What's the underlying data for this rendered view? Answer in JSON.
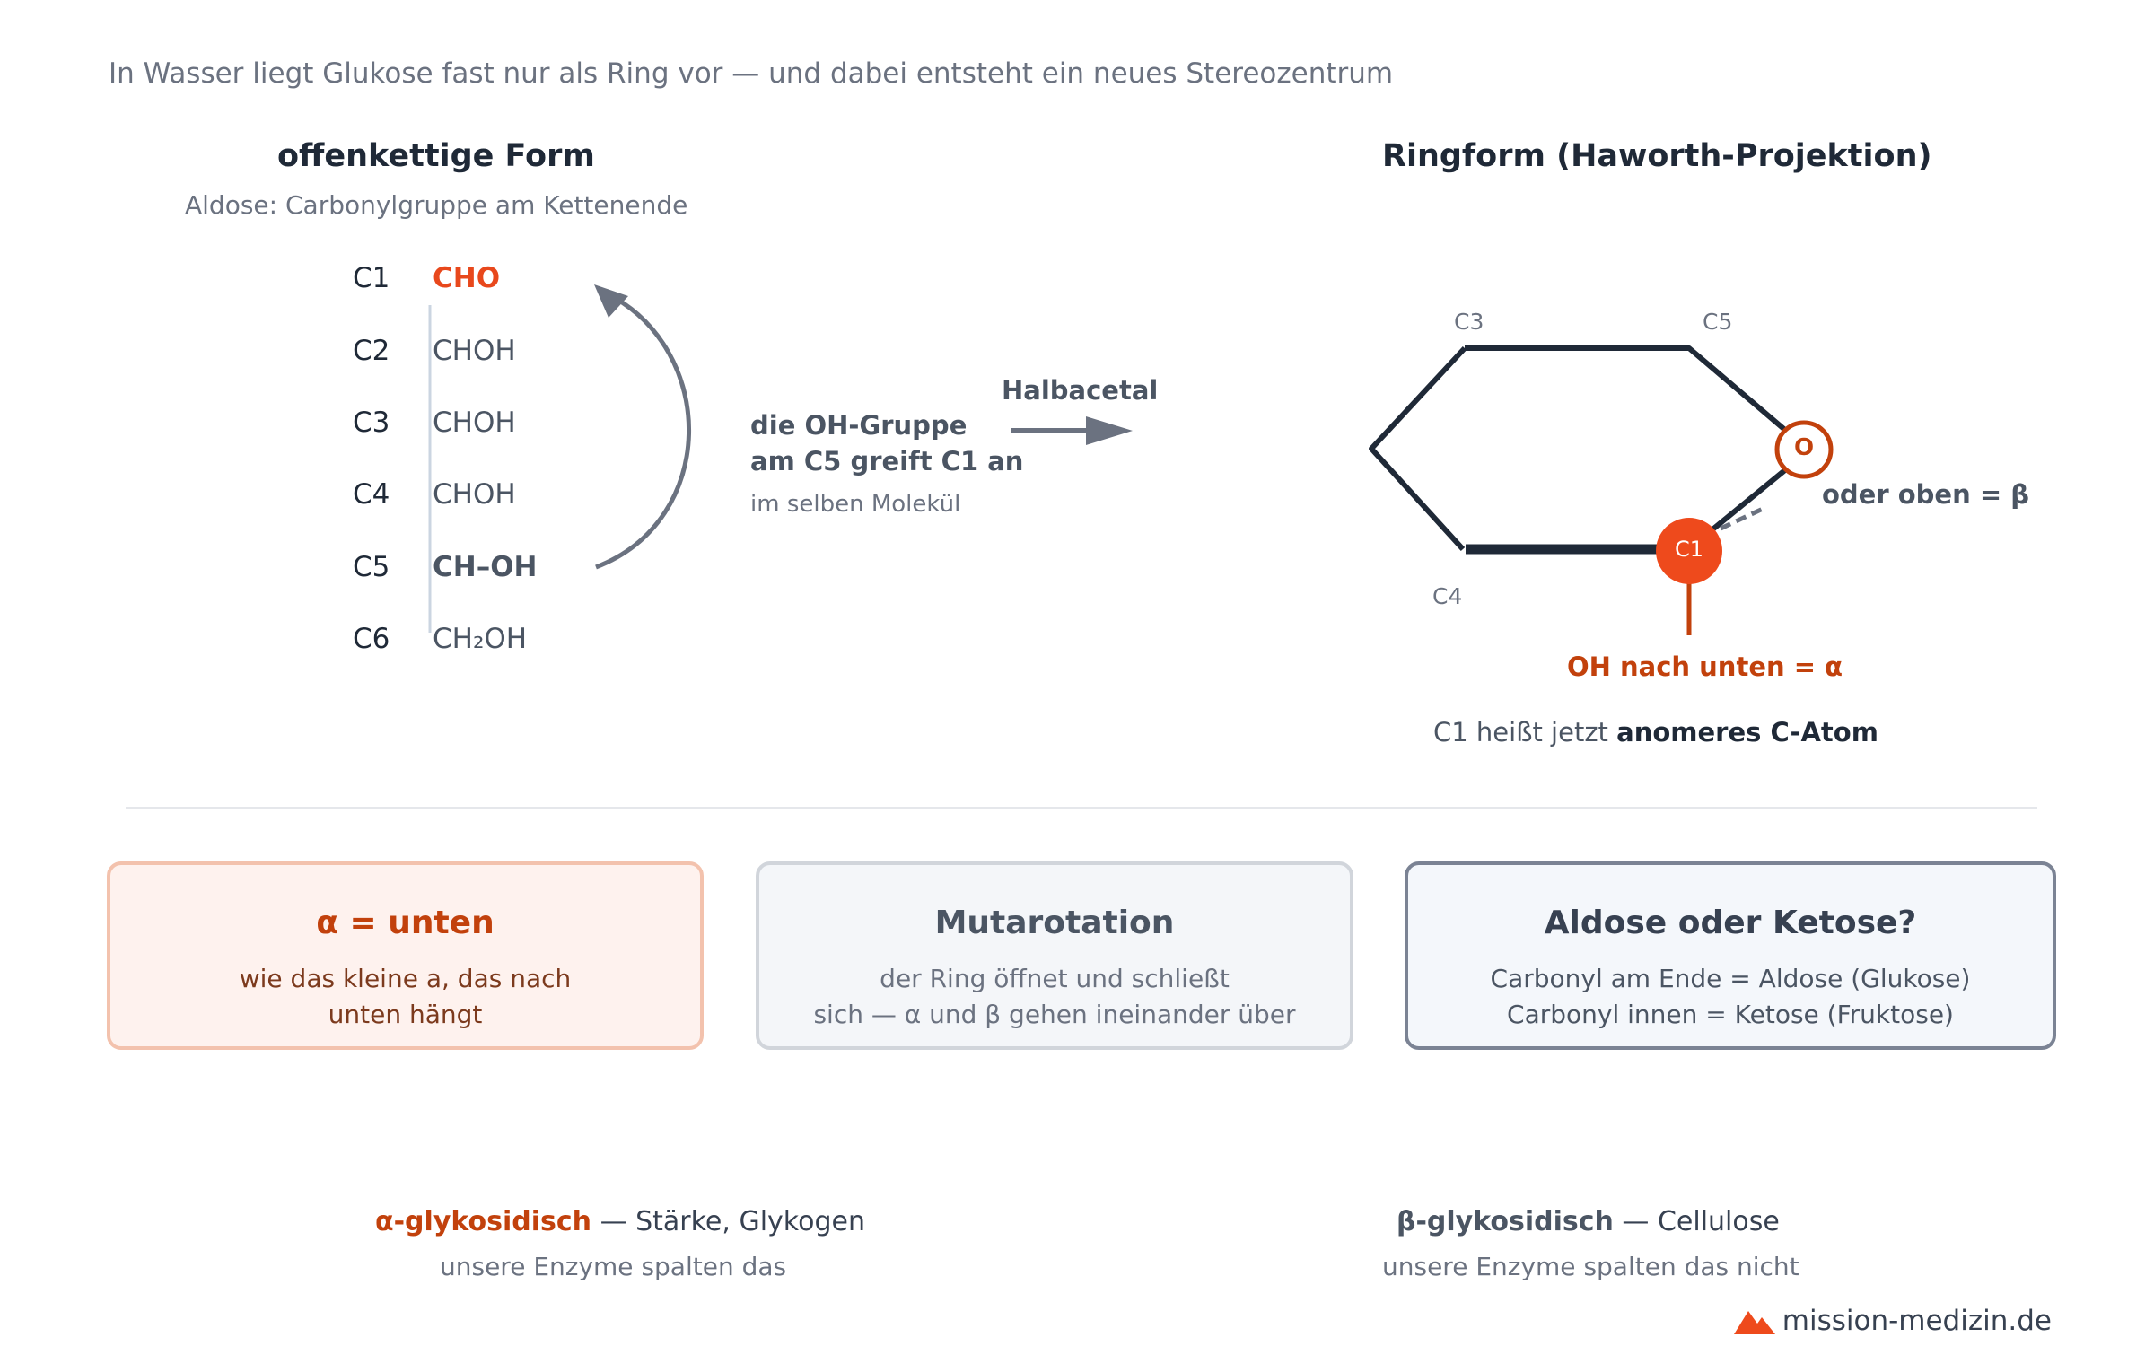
{
  "subtitle": "In Wasser liegt Glukose fast nur als Ring vor — und dabei entsteht ein neues Stereozentrum",
  "open_chain": {
    "title": "offenkettige Form",
    "subtitle": "Aldose: Carbonylgruppe am Kettenende",
    "carbons": [
      {
        "label": "C1",
        "group": "CHO"
      },
      {
        "label": "C2",
        "group": "CHOH"
      },
      {
        "label": "C3",
        "group": "CHOH"
      },
      {
        "label": "C4",
        "group": "CHOH"
      },
      {
        "label": "C5",
        "group": "CH–OH"
      },
      {
        "label": "C6",
        "group": "CH₂OH"
      }
    ]
  },
  "reaction": {
    "line1": "die OH-Gruppe",
    "line2": "am C5 greift C1 an",
    "line3": "im selben Molekül",
    "arrow_label": "Halbacetal"
  },
  "ring": {
    "title": "Ringform (Haworth-Projektion)",
    "c3": "C3",
    "c5": "C5",
    "c4": "C4",
    "c1": "C1",
    "oxygen": "O",
    "beta": "oder oben = β",
    "alpha": "OH nach unten = α",
    "anomer_prefix": "C1 heißt jetzt",
    "anomer_bold": "anomeres C-Atom"
  },
  "colors": {
    "accent": "#e8481c",
    "alpha": "#c2410c",
    "ring": "#1f2937"
  },
  "cards": [
    {
      "title": "α = unten",
      "line1": "wie das kleine a, das nach",
      "line2": "unten hängt"
    },
    {
      "title": "Mutarotation",
      "line1": "der Ring öffnet und schließt",
      "line2": "sich — α und β gehen ineinander über"
    },
    {
      "title": "Aldose oder Ketose?",
      "line1": "Carbonyl am Ende = Aldose (Glukose)",
      "line2": "Carbonyl innen = Ketose (Fruktose)"
    }
  ],
  "bottom": {
    "alpha_bold": "α-glykosidisch",
    "alpha_rest": " — Stärke, Glykogen",
    "alpha_sub": "unsere Enzyme spalten das",
    "beta_bold": "β-glykosidisch",
    "beta_rest": " — Cellulose",
    "beta_sub": "unsere Enzyme spalten das nicht"
  },
  "brand": {
    "name": "mission-medizin.de",
    "icon": "mountain-logo-icon"
  }
}
